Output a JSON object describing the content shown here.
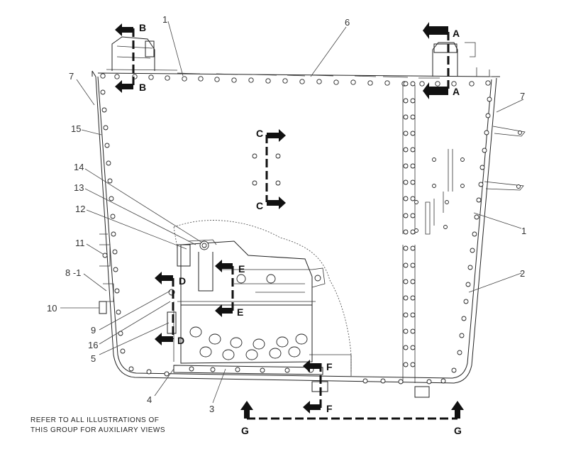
{
  "callouts": {
    "c1_top": "1",
    "c6": "6",
    "c7_left": "7",
    "c7_right": "7",
    "c15": "15",
    "c14": "14",
    "c13": "13",
    "c12": "12",
    "c11": "11",
    "c8": "8 -1",
    "c10": "10",
    "c9": "9",
    "c16": "16",
    "c5": "5",
    "c4": "4",
    "c3": "3",
    "c1_right": "1",
    "c2": "2"
  },
  "sections": {
    "a_top": "A",
    "a_bottom": "A",
    "b_top": "B",
    "b_bottom": "B",
    "c_top": "C",
    "c_bottom": "C",
    "d_top": "D",
    "d_bottom": "D",
    "e_top": "E",
    "e_bottom": "E",
    "f_top": "F",
    "f_bottom": "F",
    "g_left": "G",
    "g_right": "G"
  },
  "note": {
    "line1": "REFER TO ALL ILLUSTRATIONS OF",
    "line2": "THIS GROUP FOR AUXILIARY VIEWS"
  }
}
